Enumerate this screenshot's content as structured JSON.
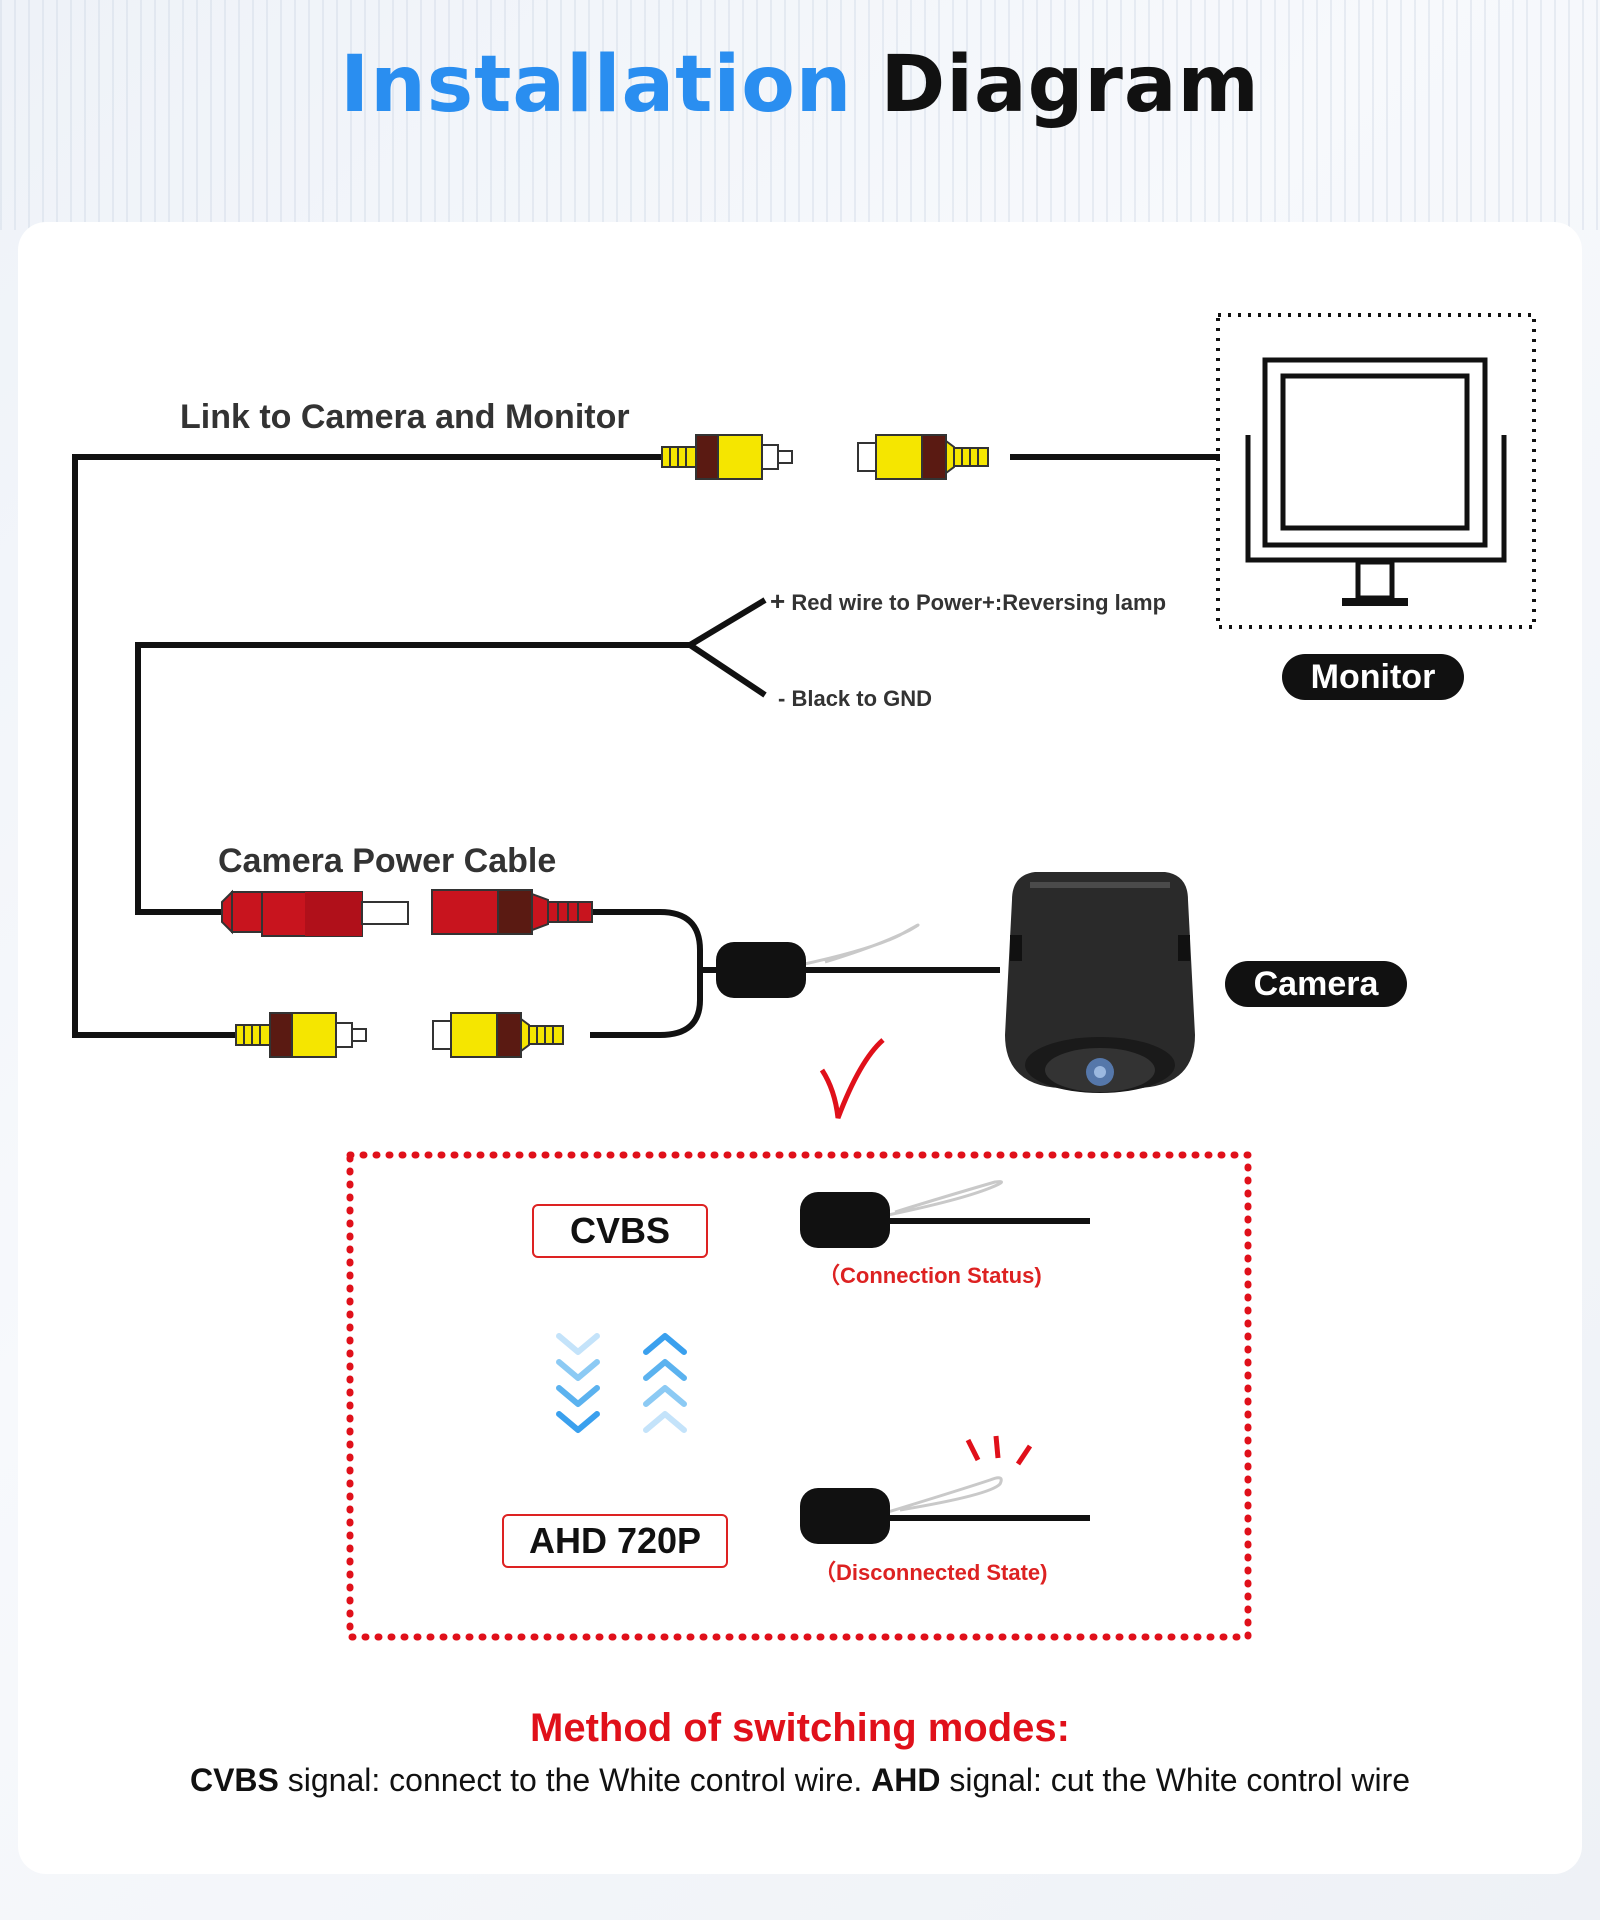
{
  "title": {
    "part1": "Installation",
    "part2": "Diagram"
  },
  "labels": {
    "link": "Link to Camera and Monitor",
    "red_wire": "Red wire to Power+:Reversing lamp",
    "black_wire": "Black to GND",
    "power_cable": "Camera Power Cable",
    "monitor": "Monitor",
    "camera": "Camera"
  },
  "modes": {
    "cvbs": "CVBS",
    "ahd": "AHD 720P",
    "connection_status": "（Connection Status)",
    "disconnected_state": "（Disconnected State)"
  },
  "method": {
    "heading": "Method of switching modes:",
    "cvbs_bold": "CVBS",
    "cvbs_text": " signal: connect to the White control wire. ",
    "ahd_bold": "AHD",
    "ahd_text": " signal: cut the White control wire"
  },
  "colors": {
    "title_accent": "#2a8ef0",
    "rca_yellow": "#f5e600",
    "power_red": "#c8141e",
    "dotted_frame": "#e0101a",
    "arrow_blue": "#3aa0ee"
  }
}
